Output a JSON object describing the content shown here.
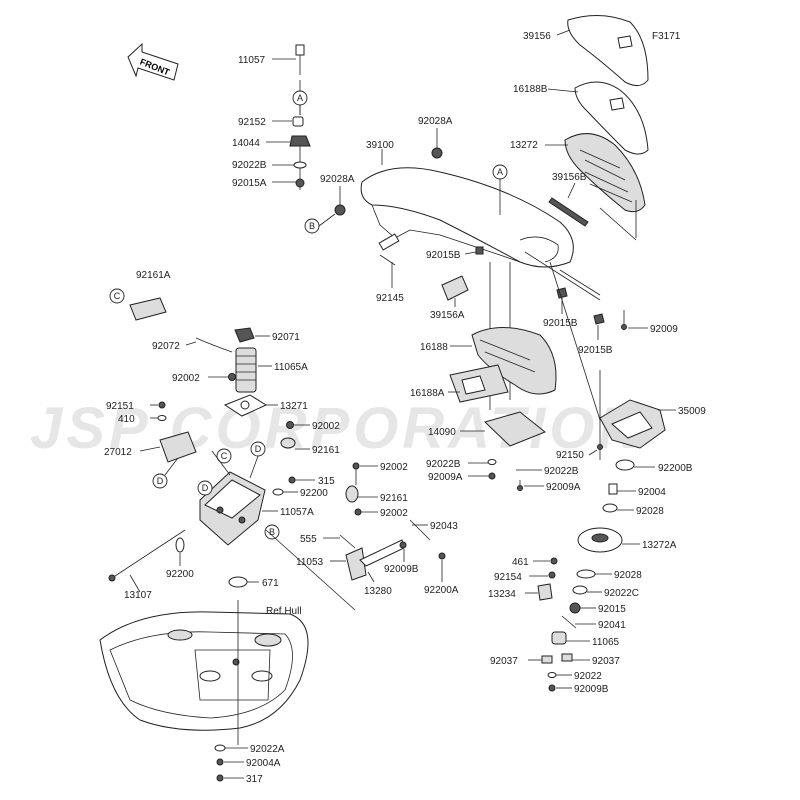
{
  "figure_code": "F3171",
  "watermark": "JSP CORPORATION",
  "front_label": "FRONT",
  "ref_label": "Ref.Hull",
  "callouts": [
    "A",
    "B",
    "C",
    "D"
  ],
  "parts": {
    "p39156": "39156",
    "p16188B": "16188B",
    "p13272": "13272",
    "p39156B": "39156B",
    "p92028A_top": "92028A",
    "p39100": "39100",
    "p92028A_left": "92028A",
    "p92015B_mid": "92015B",
    "p92145": "92145",
    "p39156A": "39156A",
    "p92015B_r1": "92015B",
    "p92009": "92009",
    "p92015B_r2": "92015B",
    "p11057": "11057",
    "p92152": "92152",
    "p14044": "14044",
    "p92022B_top": "92022B",
    "p92015A": "92015A",
    "p92161A": "92161A",
    "p92071": "92071",
    "p92072": "92072",
    "p11065A": "11065A",
    "p92002_a": "92002",
    "p92151": "92151",
    "p410": "410",
    "p13271": "13271",
    "p92002_b": "92002",
    "p92161_a": "92161",
    "p27012": "27012",
    "p315": "315",
    "p92200_a": "92200",
    "p11057A": "11057A",
    "p92002_c": "92002",
    "p92161_b": "92161",
    "p92002_d": "92002",
    "p92043": "92043",
    "p555": "555",
    "p11053": "11053",
    "p92009B_a": "92009B",
    "p13280": "13280",
    "p92200A": "92200A",
    "p92200_b": "92200",
    "p13107": "13107",
    "p671": "671",
    "p16188": "16188",
    "p16188A": "16188A",
    "p14090": "14090",
    "p92022B_mid": "92022B",
    "p92022B_mid2": "92022B",
    "p92009A_a": "92009A",
    "p92009A_b": "92009A",
    "p92150": "92150",
    "p35009": "35009",
    "p92200B": "92200B",
    "p92004": "92004",
    "p92028_a": "92028",
    "p13272A": "13272A",
    "p461": "461",
    "p92154": "92154",
    "p92028_b": "92028",
    "p13234": "13234",
    "p92022C": "92022C",
    "p92015": "92015",
    "p92041": "92041",
    "p11065": "11065",
    "p92037_a": "92037",
    "p92037_b": "92037",
    "p92022": "92022",
    "p92009B_b": "92009B",
    "p92022A": "92022A",
    "p92004A": "92004A",
    "p317": "317"
  }
}
